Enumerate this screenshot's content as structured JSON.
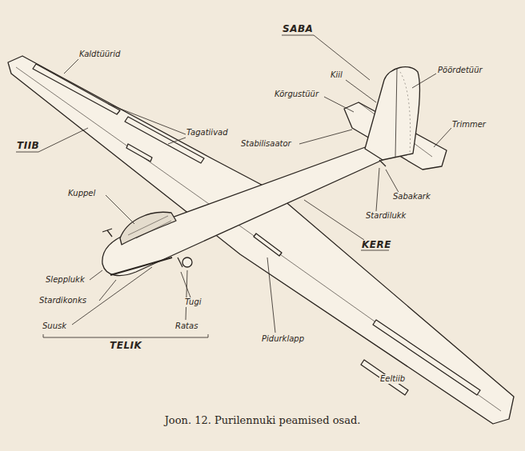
{
  "diagram": {
    "caption": "Joon. 12. Purilennuki peamised osad.",
    "labels": [
      "Kaldtüürid",
      "SABA",
      "Kiil",
      "Pöördetüür",
      "Kõrgustüür",
      "Tagatiivad",
      "Trimmer",
      "Stabilisaator",
      "TIIB",
      "Kuppel",
      "Sabakark",
      "Stardilukk",
      "KERE",
      "Slepplukk",
      "Stardikonks",
      "Tugi",
      "Suusk",
      "Ratas",
      "Pidurklapp",
      "TELIK",
      "Eeltiib"
    ]
  }
}
